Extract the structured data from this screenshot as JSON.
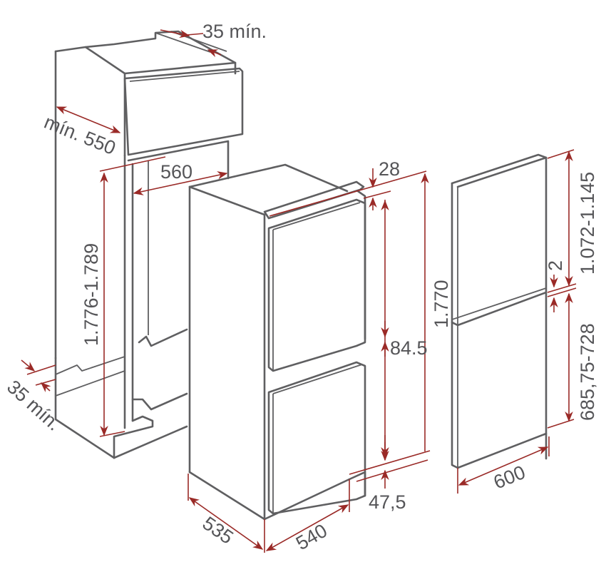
{
  "diagram": {
    "title": "Built-in fridge-freezer installation dimensions",
    "colors": {
      "outline": "#5f5f61",
      "dimension": "#9a2a27",
      "text": "#555558",
      "background": "#ffffff"
    },
    "parts": {
      "cabinet": "Niche / kitchen cabinet",
      "appliance": "Fridge-freezer appliance",
      "door_panel": "Decorative door panel"
    },
    "labels": {
      "top_vent": "35 mín.",
      "cabinet_depth": "mín. 550",
      "niche_width": "560",
      "niche_height": "1.776-1.789",
      "bottom_vent": "35 mín.",
      "appliance_top_offset": "28",
      "appliance_height": "1.770",
      "door_gap": "84.5",
      "bottom_offset": "47,5",
      "appliance_depth": "535",
      "appliance_width": "540",
      "panel_upper_height": "1.072-1.145",
      "panel_gap": "2",
      "panel_lower_height": "685,75-728",
      "panel_width": "600"
    }
  }
}
